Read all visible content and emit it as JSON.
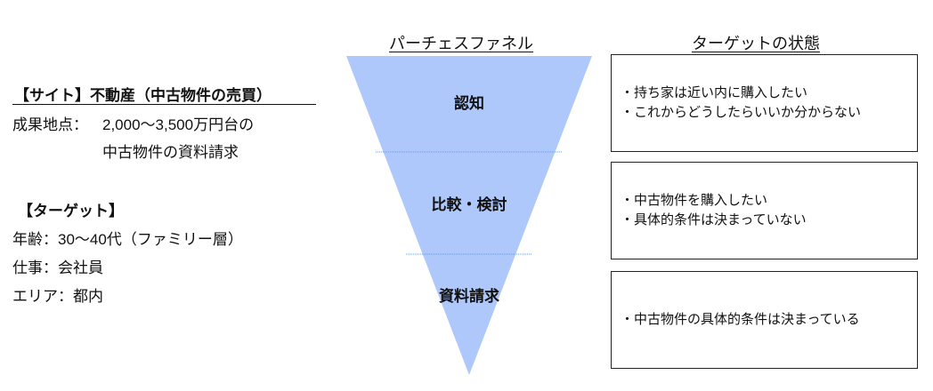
{
  "left": {
    "site_heading": "【サイト】不動産（中古物件の売買）",
    "goal_label": "成果地点：",
    "goal_line1": "2,000～3,500万円台の",
    "goal_line2": "中古物件の資料請求",
    "target_heading": "【ターゲット】",
    "age": "年齢：30～40代（ファミリー層）",
    "job": "仕事：会社員",
    "area": "エリア：都内"
  },
  "funnel": {
    "title": "パーチェスファネル",
    "color": "#aec8fb",
    "stages": [
      "認知",
      "比較・検討",
      "資料請求"
    ]
  },
  "states": {
    "title": "ターゲットの状態",
    "boxes": [
      [
        "・持ち家は近い内に購入したい",
        "・これからどうしたらいいか分からない"
      ],
      [
        "・中古物件を購入したい",
        "・具体的条件は決まっていない"
      ],
      [
        "・中古物件の具体的条件は決まっている"
      ]
    ]
  }
}
